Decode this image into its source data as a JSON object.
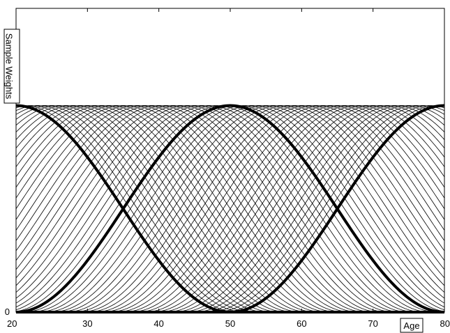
{
  "chart_data": {
    "type": "line",
    "title": "",
    "xlabel": "Age",
    "ylabel": "Sample Weights",
    "xlim": [
      20,
      80
    ],
    "ylim": [
      0,
      1
    ],
    "x_ticks": [
      20,
      30,
      40,
      50,
      60,
      70,
      80
    ],
    "x_tick_labels": [
      "20",
      "30",
      "40",
      "50",
      "60",
      "70",
      "80"
    ],
    "y_ticks": [
      0
    ],
    "y_tick_labels": [
      "0"
    ],
    "grid": false,
    "curve_family": {
      "shape": "raised-cosine",
      "peak": 0.68,
      "half_width": 30,
      "centers_start": 20,
      "centers_end": 80,
      "centers_step": 1
    },
    "series": [
      {
        "center": 20,
        "peak": 0.68,
        "half_width": 30,
        "emphasis": true
      },
      {
        "center": 50,
        "peak": 0.68,
        "half_width": 30,
        "emphasis": true
      },
      {
        "center": 80,
        "peak": 0.68,
        "half_width": 30,
        "emphasis": true
      }
    ]
  }
}
